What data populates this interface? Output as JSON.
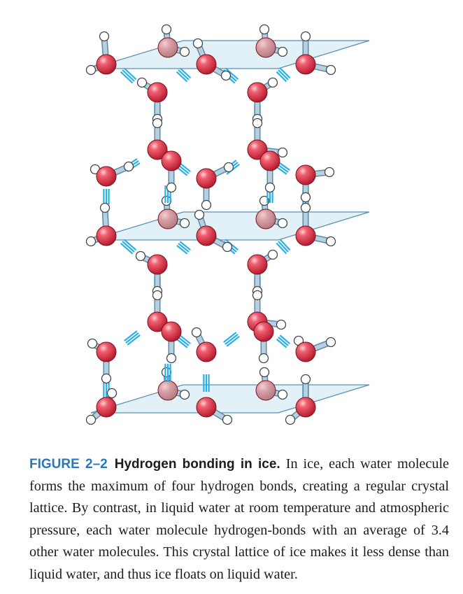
{
  "figure": {
    "label": "FIGURE 2–2",
    "title": "Hydrogen bonding in ice.",
    "text": "In ice, each water molecule forms the maximum of four hydrogen bonds, creating a regular crystal lattice. By contrast, in liquid water at room temperature and atmospheric pressure, each water molecule hydrogen-bonds with an average of 3.4 other water molecules. This crystal lattice of ice makes it less dense than liquid water, and thus ice floats on liquid water."
  },
  "diagram": {
    "layer_count": 3,
    "molecule": "water",
    "colors": {
      "oxygen": "#dd3344",
      "hydrogen": "#ffffff",
      "bond": "#8fb7cf",
      "hydrogen_bond": "#2ab0e6",
      "plane_fill": "#cfe8f3",
      "plane_edge": "#5a8fb0",
      "caption_label": "#2a78b8"
    }
  }
}
